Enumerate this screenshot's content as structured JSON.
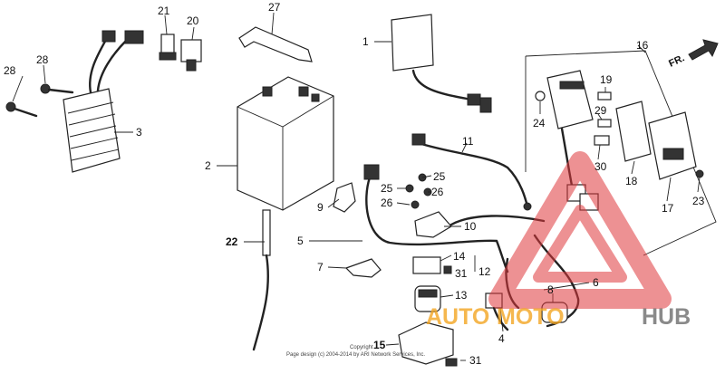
{
  "callouts": [
    "1",
    "2",
    "3",
    "4",
    "5",
    "6",
    "7",
    "8",
    "9",
    "10",
    "11",
    "12",
    "13",
    "14",
    "15",
    "16",
    "17",
    "18",
    "19",
    "20",
    "21",
    "22",
    "23",
    "24",
    "25",
    "26",
    "27",
    "28",
    "29",
    "30",
    "31"
  ],
  "labels": {
    "fr": "FR.",
    "copyright_1": "Copyright",
    "copyright_2": "Page design (c) 2004-2014 by ARI Network Services, Inc."
  },
  "watermark": {
    "part1": "AUTO",
    "part2": "MOTO",
    "part3": "HUB",
    "color_orange": "#f3a623",
    "color_gray": "#6d6d6d",
    "color_red": "#e0383c"
  }
}
